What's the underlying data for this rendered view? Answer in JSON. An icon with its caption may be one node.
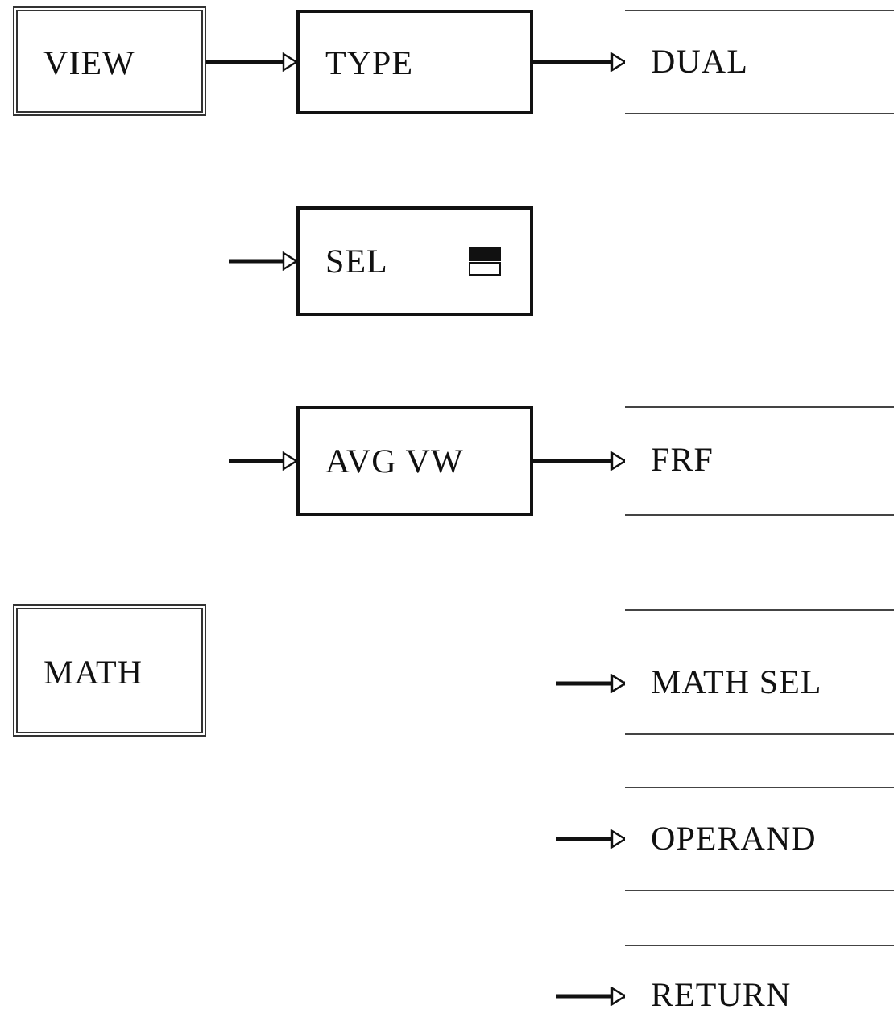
{
  "diagram": {
    "nodes": [
      {
        "text": [
          "VIEW"
        ]
      },
      {
        "text": [
          "TYPE"
        ]
      },
      {
        "text": [
          "DUAL"
        ]
      },
      {
        "text": [
          "SEL"
        ]
      },
      {
        "text": [
          "AVG VW"
        ]
      },
      {
        "text": [
          "FRF"
        ]
      },
      {
        "text": [
          "MATH"
        ]
      },
      {
        "text": [
          "MATH SEL"
        ]
      },
      {
        "text": [
          "OPERAND"
        ]
      },
      {
        "text": [
          "RETURN"
        ]
      }
    ],
    "edges": [
      {
        "from": 0,
        "to": 1,
        "arrow": "to"
      },
      {
        "from": 1,
        "to": 2,
        "arrow": "to"
      },
      {
        "from": null,
        "to": 3,
        "arrow": "to"
      },
      {
        "from": null,
        "to": 4,
        "arrow": "to"
      },
      {
        "from": 4,
        "to": 5,
        "arrow": "to"
      },
      {
        "from": null,
        "to": 7,
        "arrow": "to"
      },
      {
        "from": null,
        "to": 8,
        "arrow": "to"
      },
      {
        "from": null,
        "to": 9,
        "arrow": "to"
      }
    ]
  }
}
